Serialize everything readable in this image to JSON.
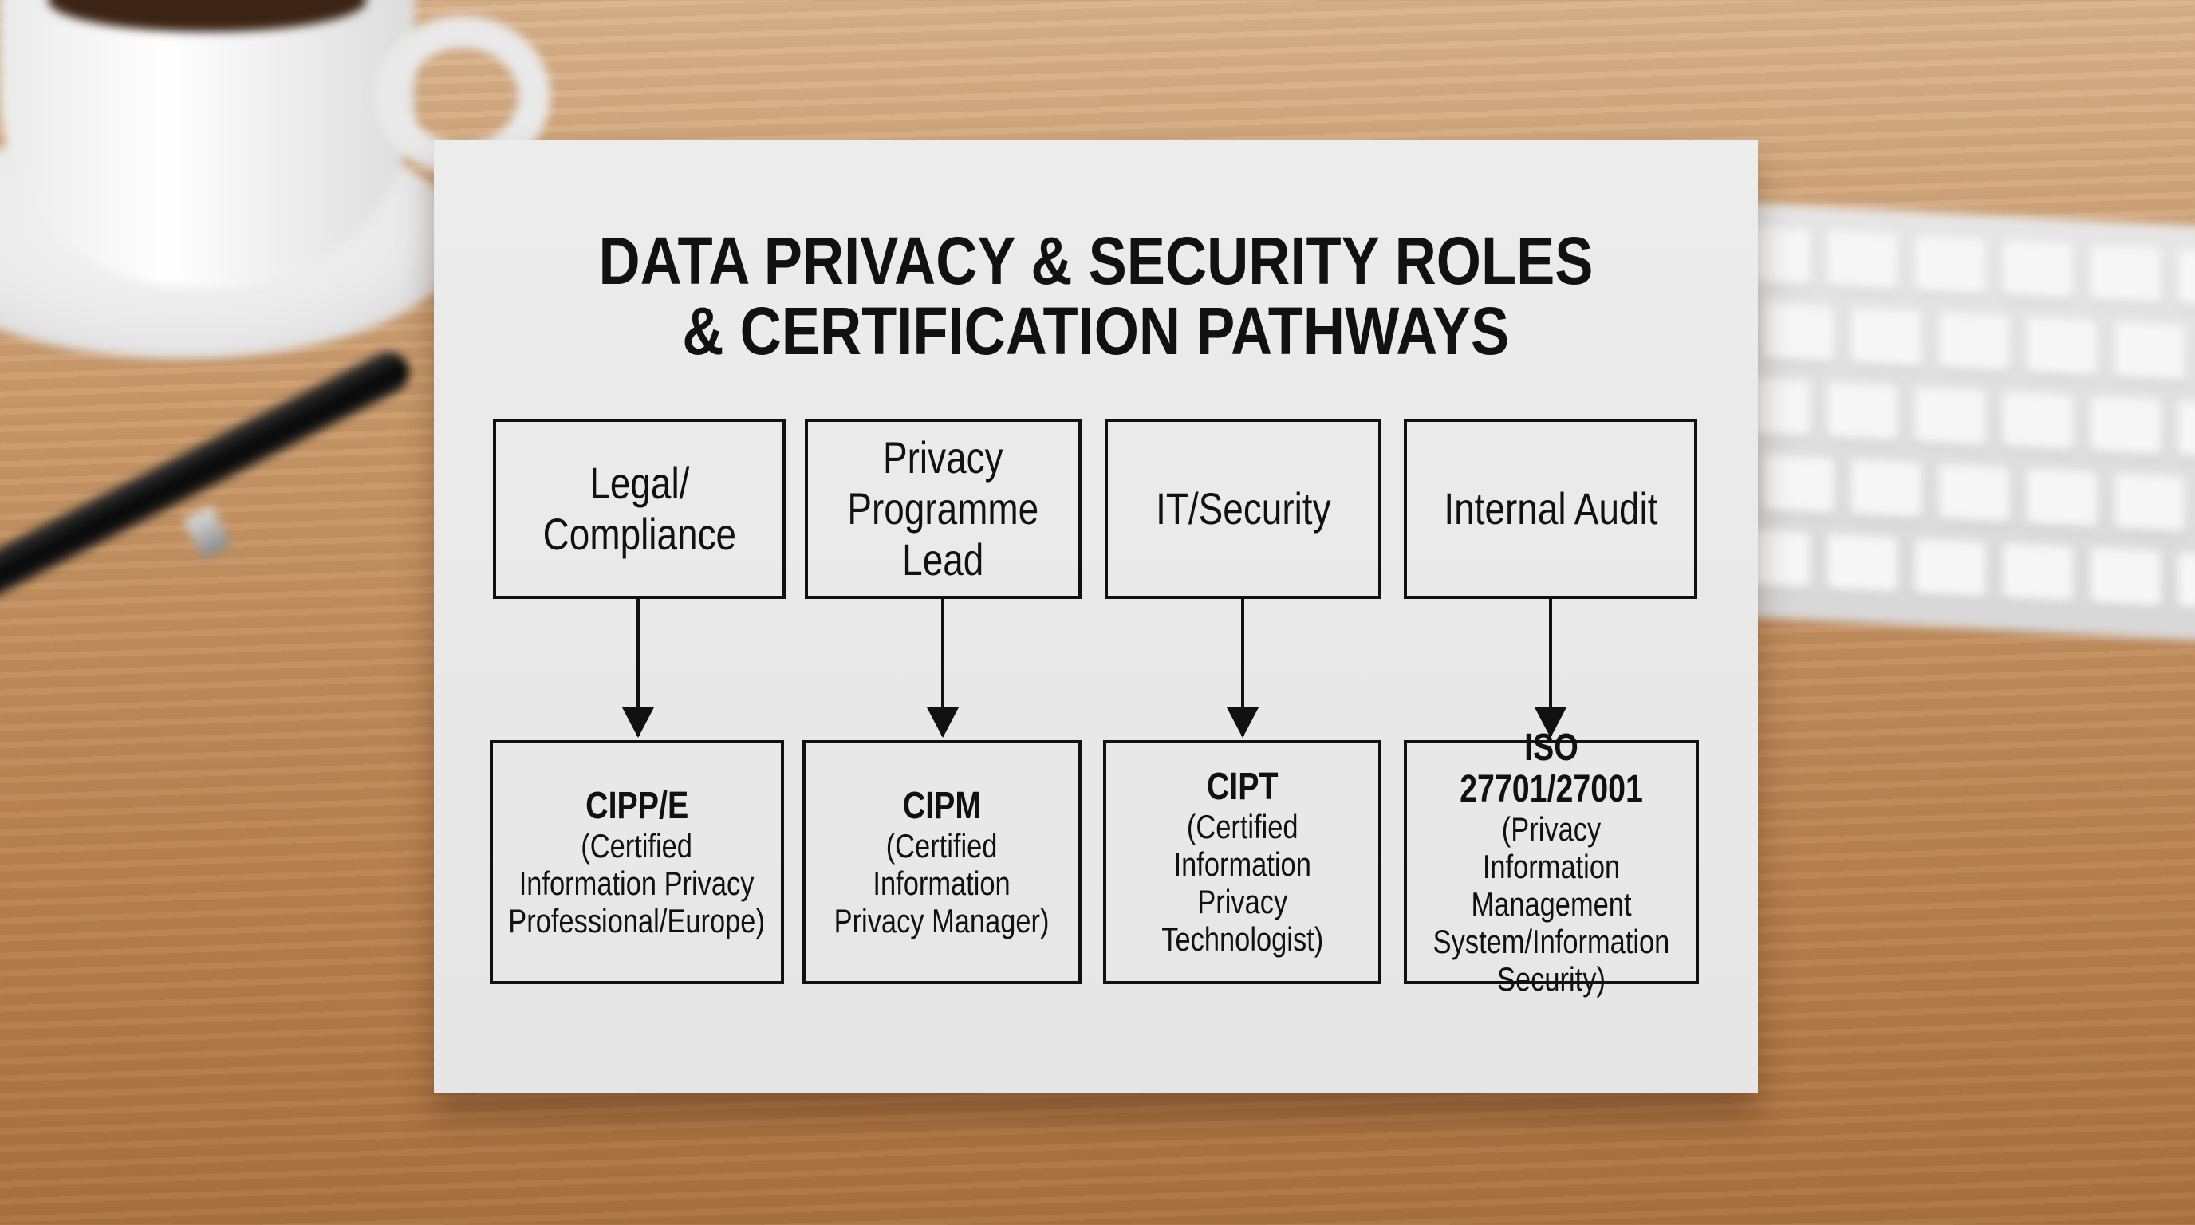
{
  "title": {
    "line1": "DATA PRIVACY & SECURITY ROLES",
    "line2": "& CERTIFICATION PATHWAYS"
  },
  "pathways": [
    {
      "role": "Legal/\nCompliance",
      "cert": "CIPP/E",
      "desc": "(Certified\nInformation Privacy\nProfessional/Europe)"
    },
    {
      "role": "Privacy\nProgramme\nLead",
      "cert": "CIPM",
      "desc": "(Certified\nInformation\nPrivacy Manager)"
    },
    {
      "role": "IT/Security",
      "cert": "CIPT",
      "desc": "(Certified\nInformation\nPrivacy\nTechnologist)"
    },
    {
      "role": "Internal Audit",
      "cert": "ISO 27701/27001",
      "desc": "(Privacy Information\nManagement\nSystem/Information\nSecurity)"
    }
  ],
  "colors": {
    "ink": "#111111",
    "card": "#e9e9e9",
    "desk": "#c9996a"
  }
}
